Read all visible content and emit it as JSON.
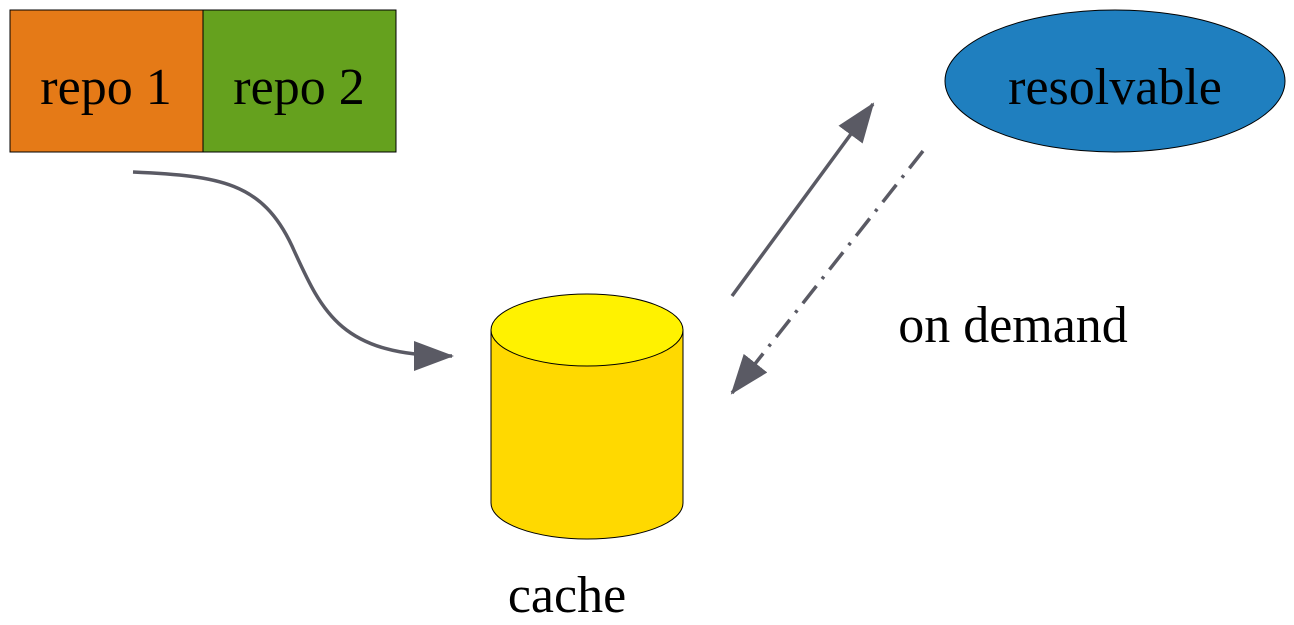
{
  "nodes": {
    "repo1": {
      "label": "repo 1",
      "color": "#e57a17"
    },
    "repo2": {
      "label": "repo 2",
      "color": "#65a11e"
    },
    "resolvable": {
      "label": "resolvable",
      "color": "#1f7fbf"
    },
    "cache": {
      "label": "cache",
      "color_top": "#fff200",
      "color_body": "#ffd900"
    }
  },
  "edges": {
    "repos_to_cache": {
      "style": "solid"
    },
    "cache_to_resolvable": {
      "style": "solid"
    },
    "resolvable_to_cache": {
      "style": "dash-dot",
      "label": "on demand"
    }
  },
  "colors": {
    "stroke": "#000000",
    "arrow": "#5a5a64"
  }
}
